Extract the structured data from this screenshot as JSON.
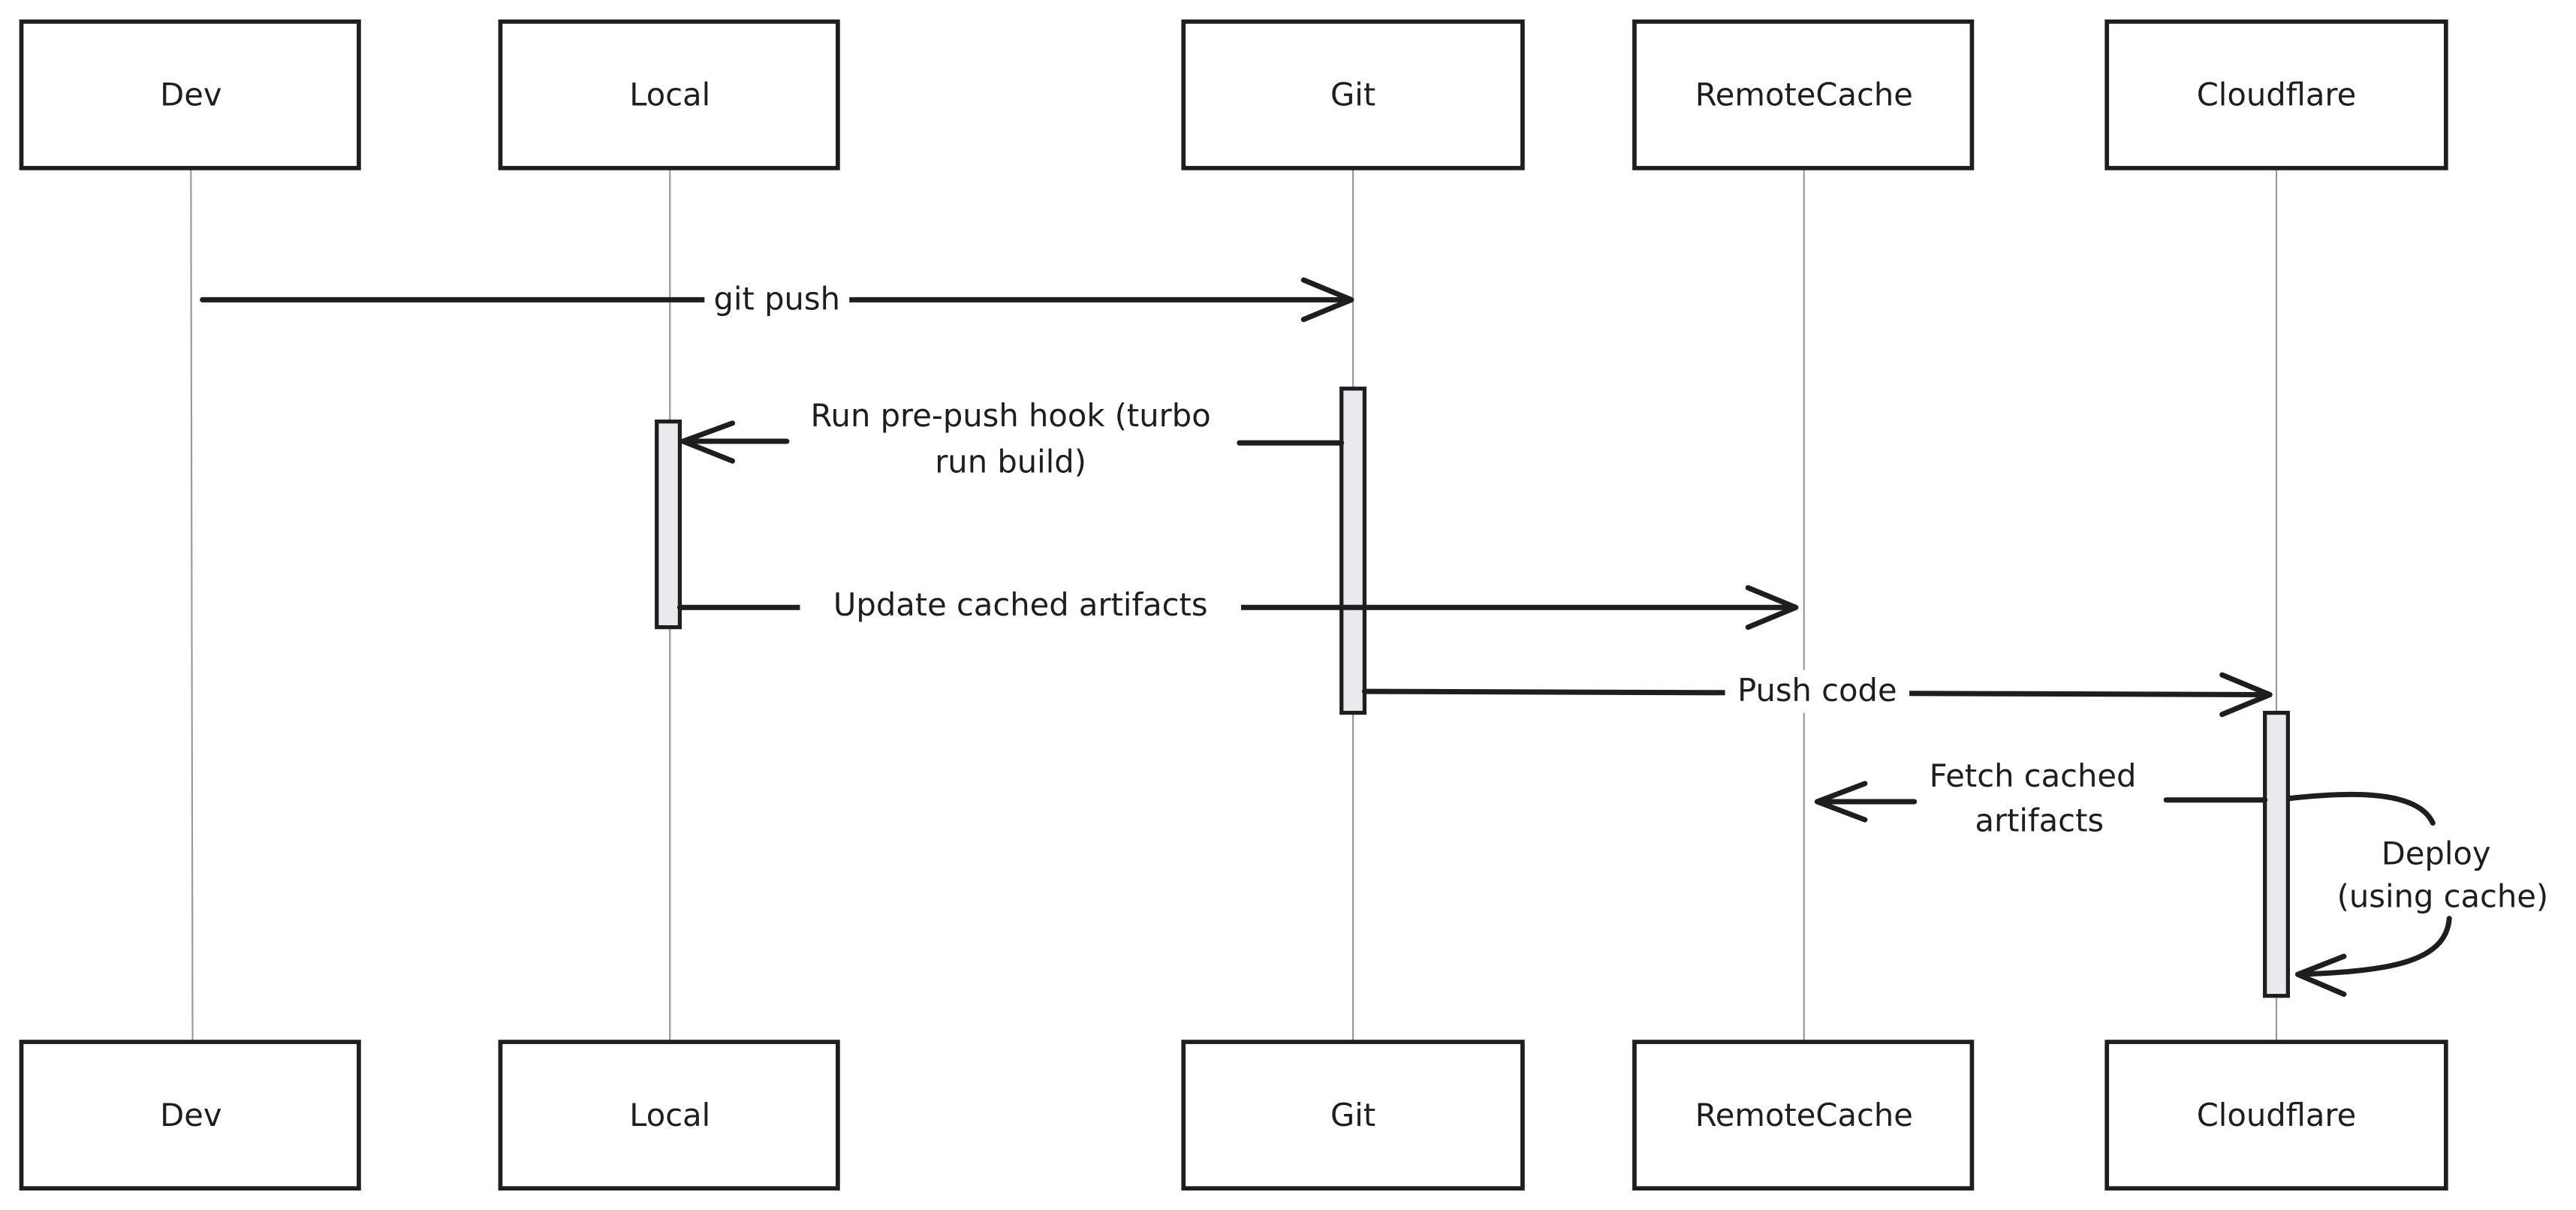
{
  "diagram": {
    "type": "sequence",
    "participants": [
      "Dev",
      "Local",
      "Git",
      "RemoteCache",
      "Cloudflare"
    ],
    "messages": [
      {
        "from": "Dev",
        "to": "Git",
        "label": "git push"
      },
      {
        "from": "Git",
        "to": "Local",
        "label_lines": [
          "Run pre-push hook (turbo",
          "run build)"
        ]
      },
      {
        "from": "Local",
        "to": "RemoteCache",
        "label": "Update cached artifacts"
      },
      {
        "from": "Git",
        "to": "Cloudflare",
        "label": "Push code"
      },
      {
        "from": "Cloudflare",
        "to": "RemoteCache",
        "label_lines": [
          "Fetch cached",
          "artifacts"
        ]
      },
      {
        "from": "Cloudflare",
        "to": "Cloudflare",
        "label_lines": [
          "Deploy",
          "(using cache)"
        ]
      }
    ]
  }
}
